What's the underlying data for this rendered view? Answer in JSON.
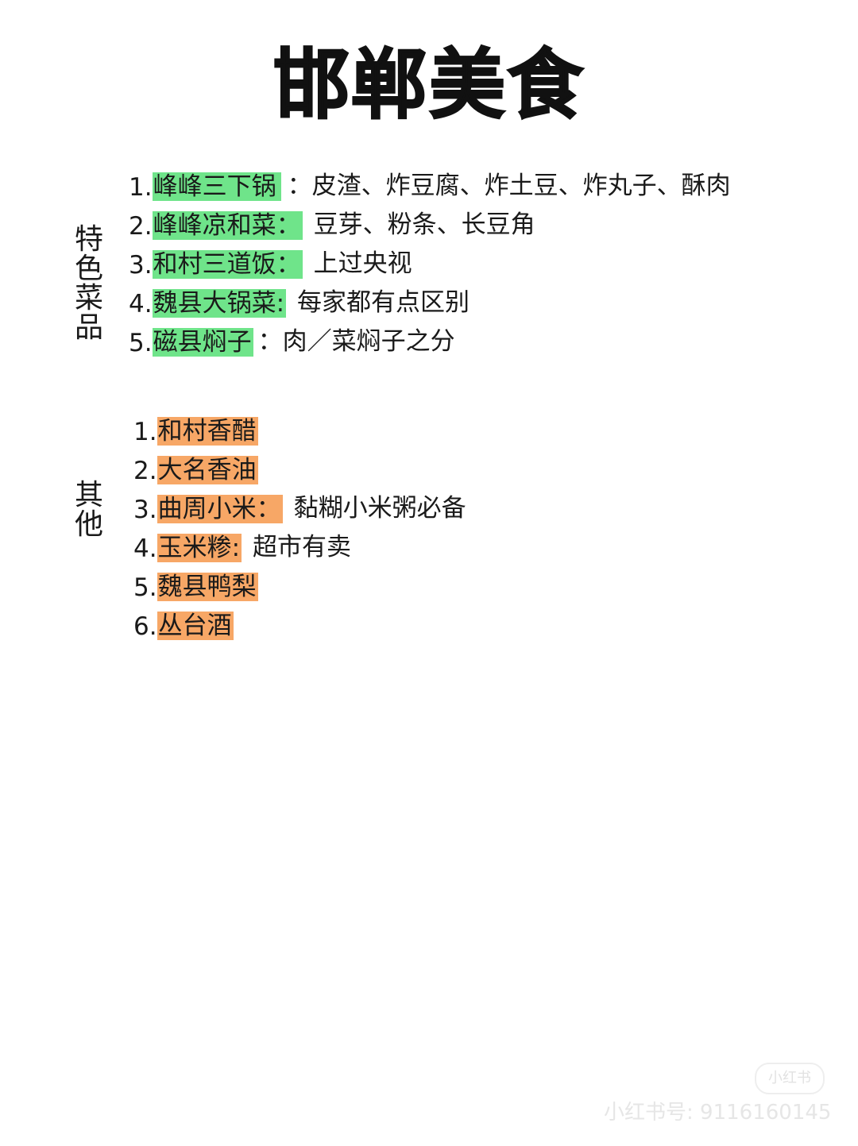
{
  "title": "邯郸美食",
  "section1": {
    "label": [
      "特",
      "色",
      "菜",
      "品"
    ],
    "items": [
      {
        "num": "1.",
        "name": "峰峰三下锅",
        "desc": "：皮渣、炸豆腐、炸土豆、炸丸子、酥肉"
      },
      {
        "num": "2.",
        "name": "峰峰凉和菜：",
        "desc": "豆芽、粉条、长豆角"
      },
      {
        "num": "3.",
        "name": "和村三道饭：",
        "desc": "上过央视"
      },
      {
        "num": "4.",
        "name": "魏县大锅菜:",
        "desc": "每家都有点区别"
      },
      {
        "num": "5.",
        "name": "磁县焖子",
        "desc": "：肉／菜焖子之分"
      }
    ]
  },
  "section2": {
    "label": [
      "其",
      "他"
    ],
    "items": [
      {
        "num": "1.",
        "name": "和村香醋",
        "desc": ""
      },
      {
        "num": "2.",
        "name": "大名香油",
        "desc": ""
      },
      {
        "num": "3.",
        "name": "曲周小米：",
        "desc": "黏糊小米粥必备"
      },
      {
        "num": "4.",
        "name": "玉米糁:",
        "desc": "超市有卖"
      },
      {
        "num": "5.",
        "name": "魏县鸭梨",
        "desc": ""
      },
      {
        "num": "6.",
        "name": "丛台酒",
        "desc": ""
      }
    ]
  },
  "watermark": {
    "badge": "小红书",
    "id_text": "小红书号: 9116160145"
  },
  "colors": {
    "green_highlight": "#6fe48a",
    "orange_highlight": "#f7a766"
  }
}
